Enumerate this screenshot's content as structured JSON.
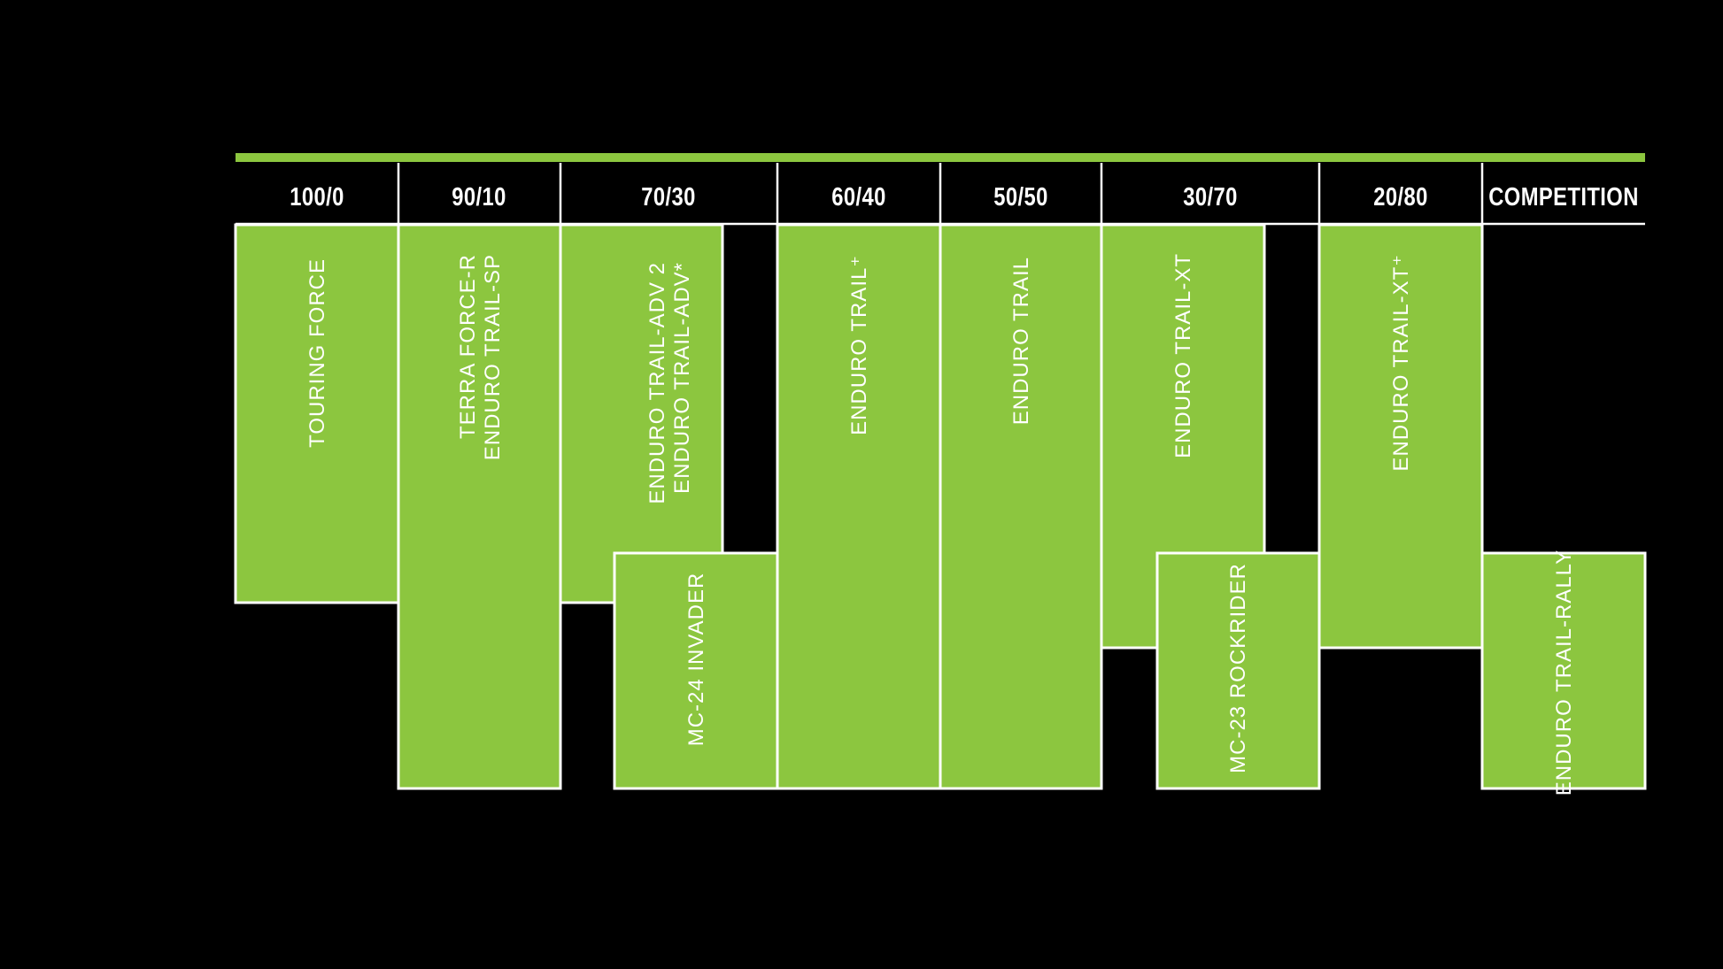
{
  "title": "tyre-range-terrain-chart",
  "colors": {
    "block_green": "#8CC63F",
    "accent_bar_green": "#8CC63F",
    "outline_white": "#FFFFFF",
    "background": "#000000",
    "header_text": "#FFFFFF"
  },
  "header": {
    "columns": [
      {
        "label": "100/0"
      },
      {
        "label": "90/10"
      },
      {
        "label": "70/30"
      },
      {
        "label": "60/40"
      },
      {
        "label": "50/50"
      },
      {
        "label": "30/70"
      },
      {
        "label": "20/80"
      },
      {
        "label": "COMPETITION"
      }
    ]
  },
  "blocks": [
    {
      "name": "touring-force",
      "lines": [
        "TOURING FORCE"
      ],
      "column": "100/0",
      "row": "upper"
    },
    {
      "name": "terra-force-r-enduro-trail-sp",
      "lines": [
        "TERRA FORCE-R",
        "ENDURO TRAIL-SP"
      ],
      "column": "90/10",
      "row": "upper"
    },
    {
      "name": "enduro-trail-adv",
      "lines": [
        "ENDURO TRAIL-ADV 2",
        "ENDURO TRAIL-ADV*"
      ],
      "column": "70/30",
      "row": "upper"
    },
    {
      "name": "mc-24-invader",
      "lines": [
        "MC-24 INVADER"
      ],
      "column": "70/30",
      "row": "lower"
    },
    {
      "name": "enduro-trail-plus",
      "lines": [
        "ENDURO TRAIL⁺"
      ],
      "column": "60/40",
      "row": "upper"
    },
    {
      "name": "enduro-trail",
      "lines": [
        "ENDURO TRAIL"
      ],
      "column": "50/50",
      "row": "upper"
    },
    {
      "name": "enduro-trail-xt",
      "lines": [
        "ENDURO TRAIL-XT"
      ],
      "column": "30/70",
      "row": "upper"
    },
    {
      "name": "mc-23-rockrider",
      "lines": [
        "MC-23 ROCKRIDER"
      ],
      "column": "30/70",
      "row": "lower"
    },
    {
      "name": "enduro-trail-xt-plus",
      "lines": [
        "ENDURO TRAIL-XT⁺"
      ],
      "column": "20/80",
      "row": "upper"
    },
    {
      "name": "enduro-trail-rally",
      "lines": [
        "ENDURO TRAIL-RALLY"
      ],
      "column": "COMPETITION",
      "row": "lower"
    }
  ],
  "chart_data": {
    "type": "table",
    "title": "",
    "xlabel": "",
    "ylabel": "",
    "grid": false,
    "legend_position": "none",
    "columns": [
      "100/0",
      "90/10",
      "70/30",
      "60/40",
      "50/50",
      "30/70",
      "20/80",
      "COMPETITION"
    ],
    "rows": [
      {
        "product": "TOURING FORCE",
        "columns": [
          "100/0"
        ],
        "tier": "upper"
      },
      {
        "product": "TERRA FORCE-R",
        "columns": [
          "90/10"
        ],
        "tier": "upper"
      },
      {
        "product": "ENDURO TRAIL-SP",
        "columns": [
          "90/10"
        ],
        "tier": "upper"
      },
      {
        "product": "ENDURO TRAIL-ADV 2",
        "columns": [
          "70/30"
        ],
        "tier": "upper"
      },
      {
        "product": "ENDURO TRAIL-ADV*",
        "columns": [
          "70/30"
        ],
        "tier": "upper"
      },
      {
        "product": "MC-24 INVADER",
        "columns": [
          "70/30"
        ],
        "tier": "lower"
      },
      {
        "product": "ENDURO TRAIL⁺",
        "columns": [
          "60/40"
        ],
        "tier": "upper"
      },
      {
        "product": "ENDURO TRAIL",
        "columns": [
          "50/50"
        ],
        "tier": "upper"
      },
      {
        "product": "ENDURO TRAIL-XT",
        "columns": [
          "30/70"
        ],
        "tier": "upper"
      },
      {
        "product": "MC-23 ROCKRIDER",
        "columns": [
          "30/70"
        ],
        "tier": "lower"
      },
      {
        "product": "ENDURO TRAIL-XT⁺",
        "columns": [
          "20/80"
        ],
        "tier": "upper"
      },
      {
        "product": "ENDURO TRAIL-RALLY",
        "columns": [
          "COMPETITION"
        ],
        "tier": "lower"
      }
    ]
  }
}
